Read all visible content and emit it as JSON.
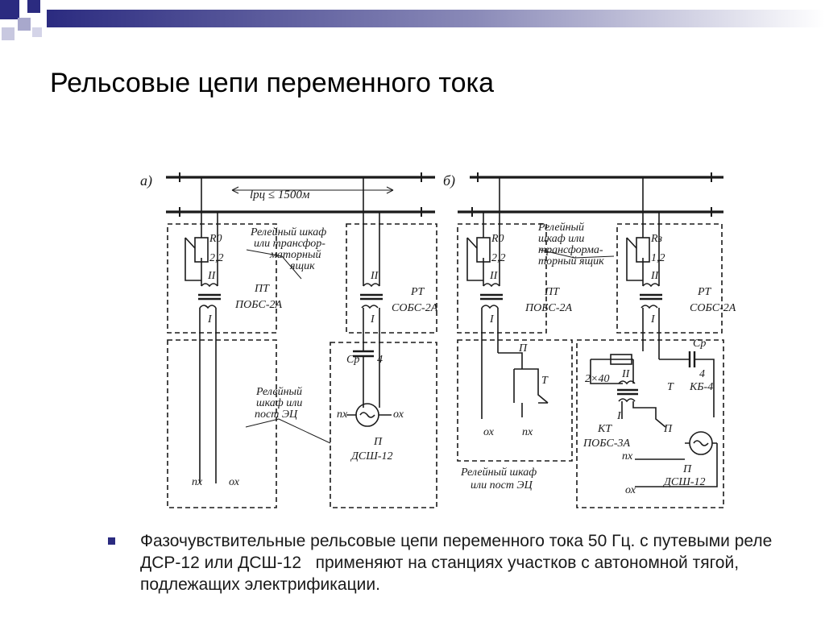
{
  "slide": {
    "title": "Рельсовые цепи переменного тока",
    "bullet": "Фазочувствительные рельсовые цепи переменного тока 50 Гц. с путевыми реле ДСР-12 или ДСШ-12   применяют на станциях участков с автономной тягой, подлежащих электрификации.",
    "accent_color": "#2b2b80"
  },
  "diagram": {
    "a": {
      "label": "а)",
      "length": "lрц ≤ 1500м",
      "r0": "R0",
      "r0_value": "2,2",
      "winding_ii": "II",
      "winding_i": "I",
      "relay_cabinet": [
        "Релейный шкаф",
        "или трансфор-",
        "маторный",
        "ящик"
      ],
      "pt": "ПТ",
      "pt_type": "ПОБС-2А",
      "rt": "РТ",
      "rt_type": "СОБС-2А",
      "cp": "Cр",
      "cp_value": "4",
      "post": [
        "Релейный",
        "шкаф или",
        "пост ЭЦ"
      ],
      "px": "пх",
      "ox": "ох",
      "p": "П",
      "relay_type": "ДСШ-12"
    },
    "b": {
      "label": "б)",
      "r0": "R0",
      "r0_value": "2,2",
      "rz": "Rз",
      "rz_value": "1,2",
      "winding_ii": "II",
      "winding_i": "I",
      "relay_cabinet": [
        "Релейный",
        "шкаф или",
        "трансформа-",
        "торный ящик"
      ],
      "pt": "ПТ",
      "pt_type": "ПОБС-2А",
      "rt": "РТ",
      "rt_type": "СОБС-2А",
      "p": "П",
      "t": "Т",
      "cp": "Cр",
      "cp_value": "4",
      "kb": "КБ-4",
      "res": "2×40",
      "kt": "КТ",
      "kt_type": "ПОБС-3А",
      "px": "пх",
      "ox": "ох",
      "relay_type": "ДСШ-12",
      "post": [
        "Релейный   шкаф",
        "или пост  ЭЦ"
      ]
    }
  }
}
